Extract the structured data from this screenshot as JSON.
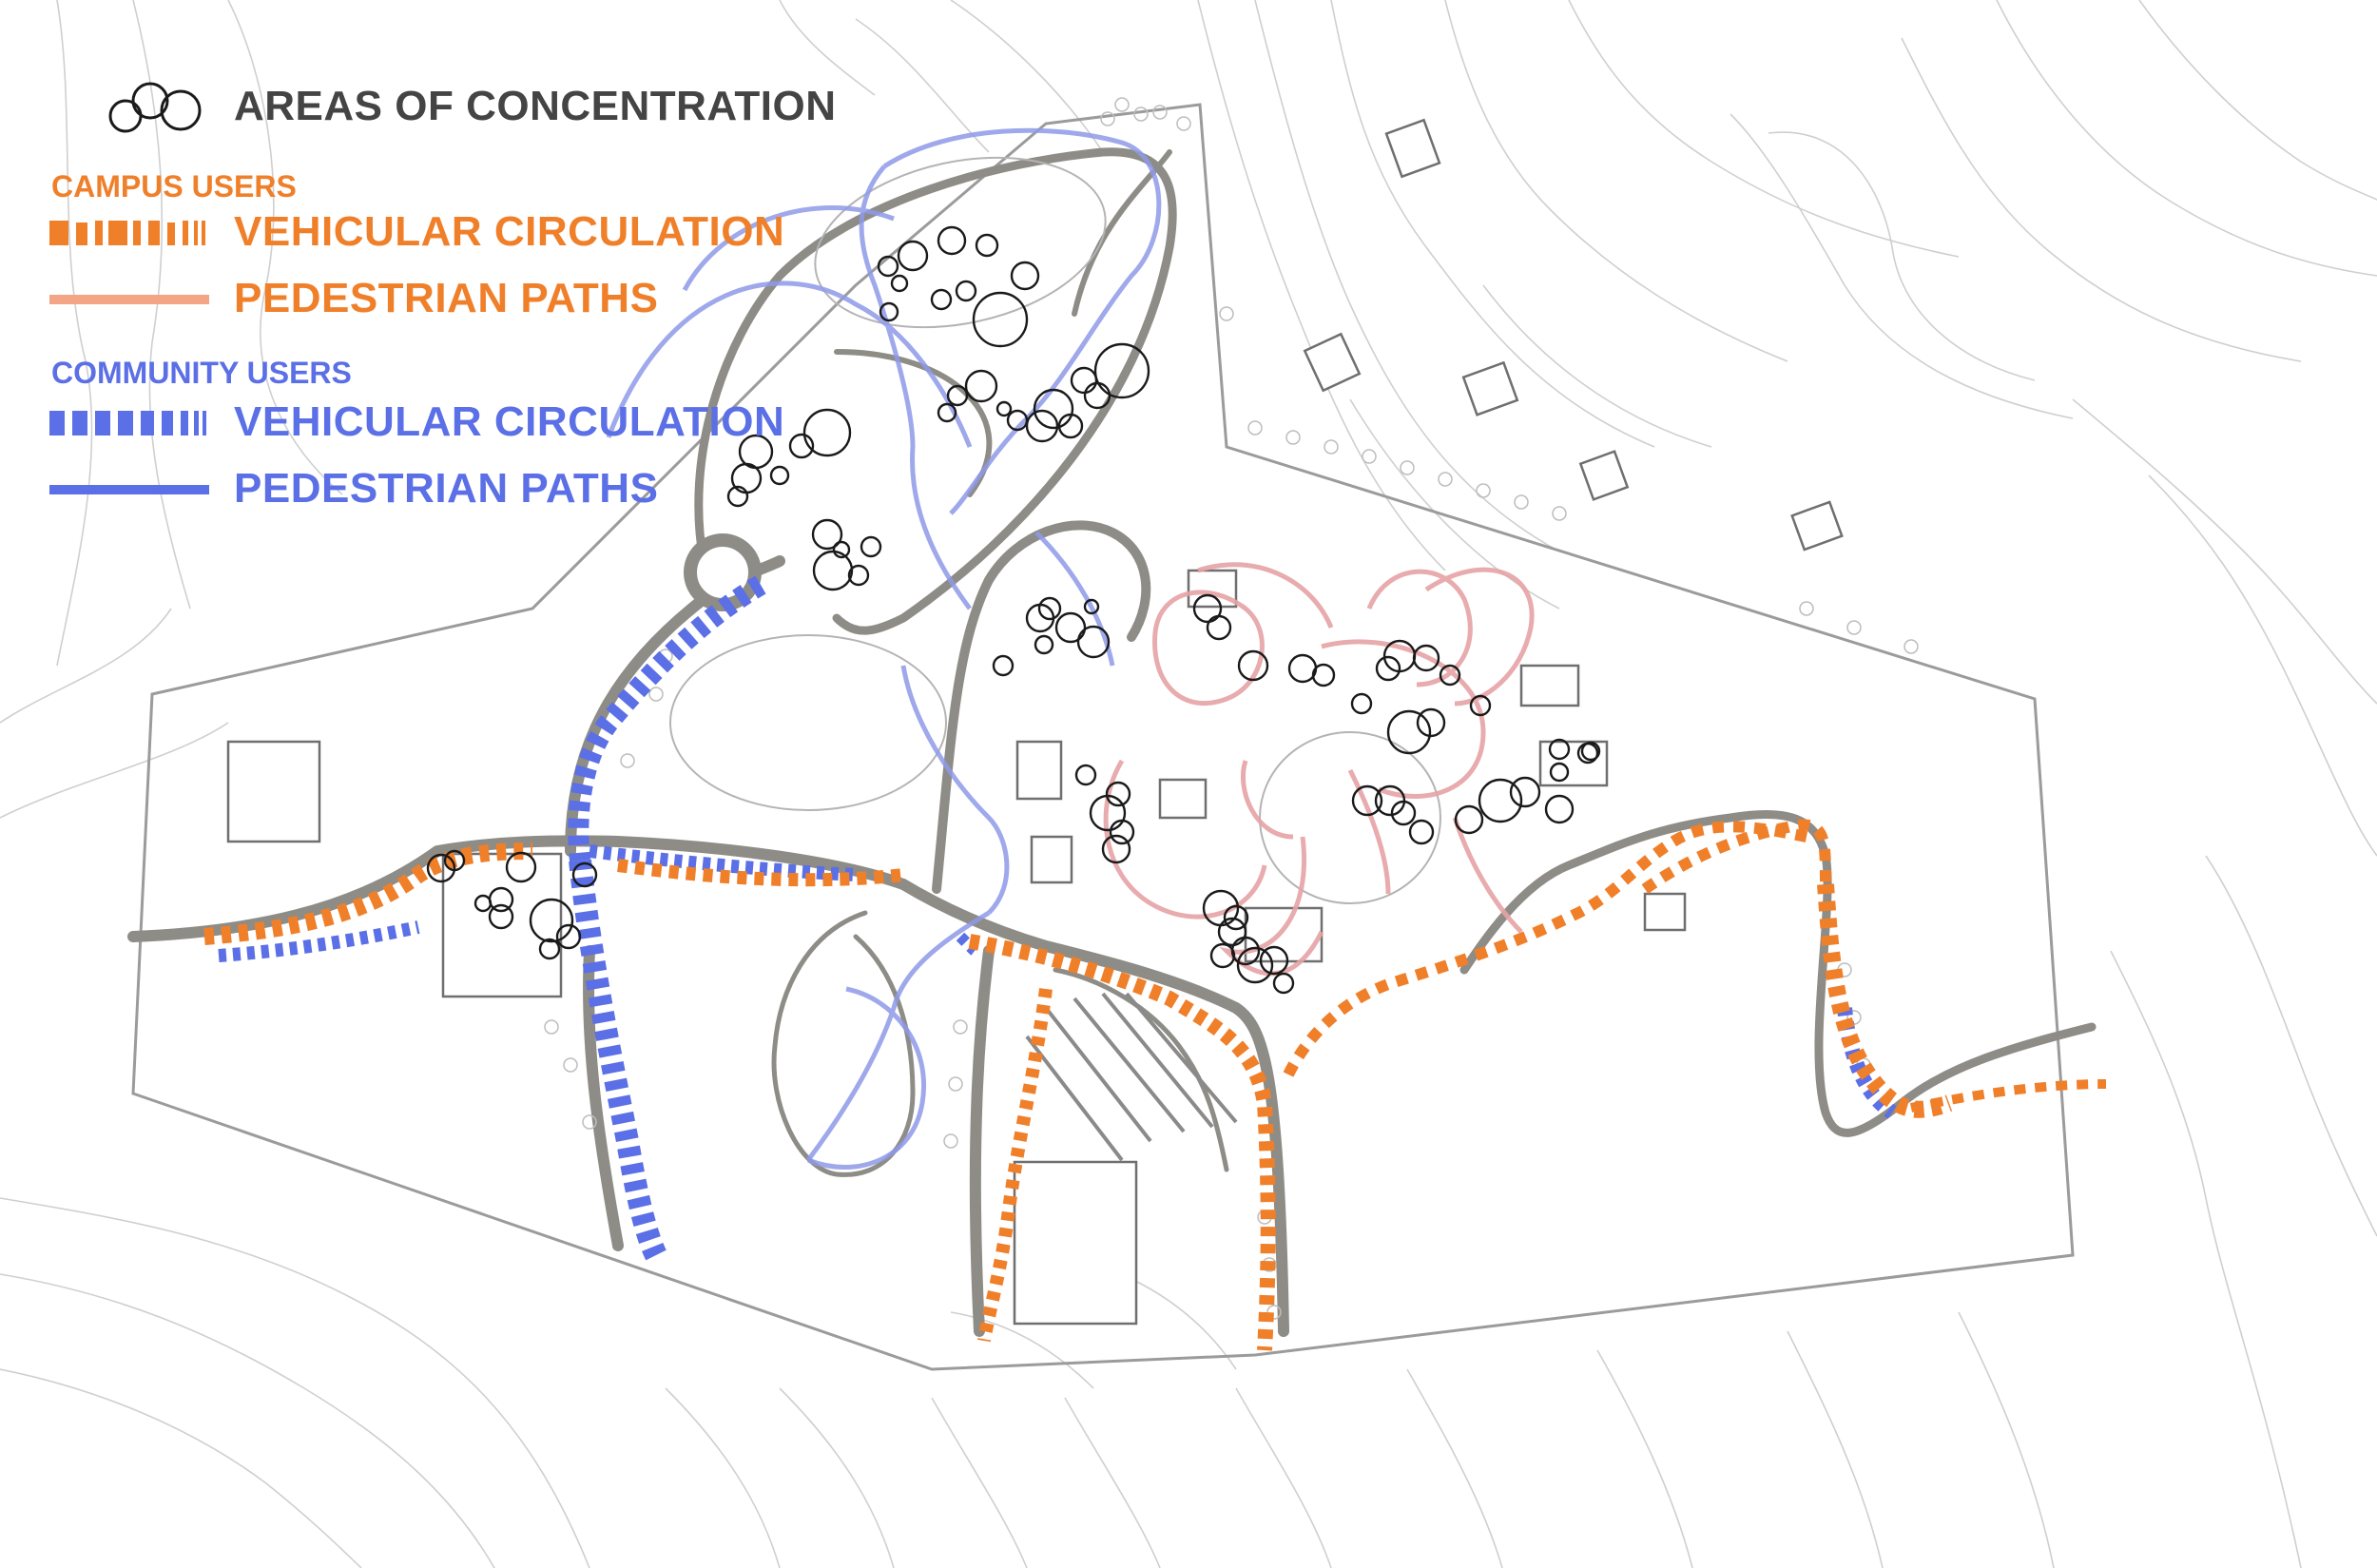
{
  "legend": {
    "title": "AREAS OF CONCENTRATION",
    "title_icon": "three-circles-icon",
    "groups": [
      {
        "heading": "CAMPUS USERS",
        "color": "#f07f2a",
        "items": [
          {
            "label": "VEHICULAR CIRCULATION",
            "symbol": "dashed-band"
          },
          {
            "label": "PEDESTRIAN PATHS",
            "symbol": "solid-line"
          }
        ]
      },
      {
        "heading": "COMMUNITY USERS",
        "color": "#5b6fe6",
        "items": [
          {
            "label": "VEHICULAR CIRCULATION",
            "symbol": "dashed-band"
          },
          {
            "label": "PEDESTRIAN PATHS",
            "symbol": "solid-line"
          }
        ]
      }
    ]
  },
  "colors": {
    "title_text": "#444444",
    "campus_orange": "#f07f2a",
    "campus_pedestrian": "#f3a585",
    "campus_pedestrian_map": "#e6a3a6",
    "community_blue": "#5b6fe6",
    "community_pedestrian_map": "#8e9ae8",
    "road": "#8e8c86",
    "contour": "#cfcfcf",
    "concentration": "#1a1a1a"
  }
}
